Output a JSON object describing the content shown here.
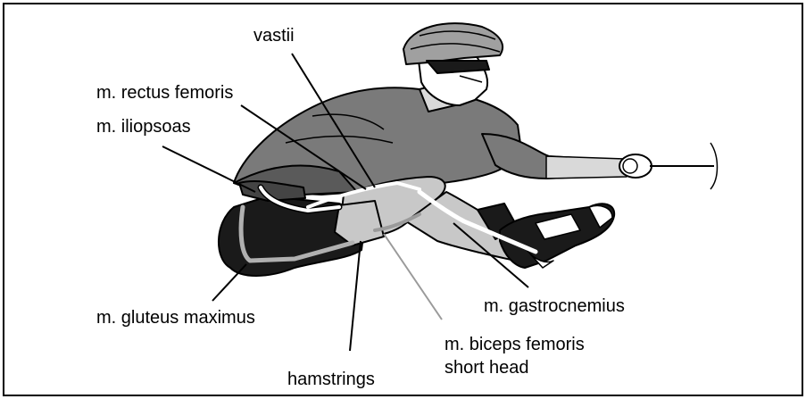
{
  "labels": {
    "vastii": "vastii",
    "rectus_femoris": "m. rectus femoris",
    "iliopsoas": "m. iliopsoas",
    "gluteus_maximus": "m. gluteus maximus",
    "hamstrings": "hamstrings",
    "biceps_femoris_line1": "m. biceps femoris",
    "biceps_femoris_line2": "short head",
    "gastrocnemius": "m. gastrocnemius"
  },
  "colors": {
    "outline": "#000000",
    "shirt": "#7a7a7a",
    "shirt_dark": "#5a5a5a",
    "shorts": "#1a1a1a",
    "thigh": "#c8c8c8",
    "helmet": "#a0a0a0",
    "muscle_line_white": "#ffffff",
    "muscle_line_gray": "#b0b0b0",
    "leader_gray": "#9a9a9a"
  },
  "icons": {
    "figure": "cyclist-figure"
  }
}
